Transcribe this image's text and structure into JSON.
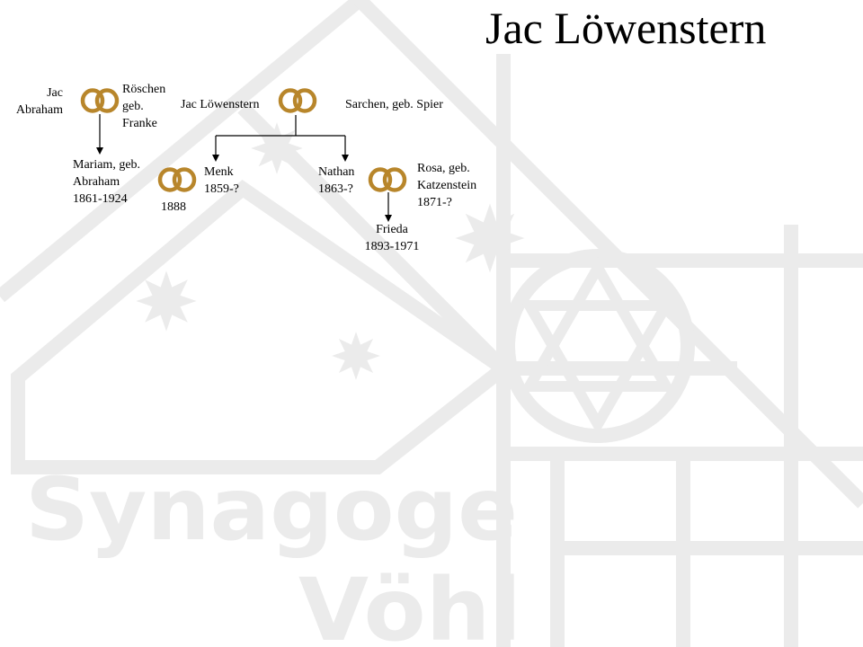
{
  "title": "Jac Löwenstern",
  "watermark": {
    "line1": "Synagoge",
    "line2": "Vöhl",
    "color": "#ebebeb"
  },
  "icons": {
    "marriage": "wedding-rings-icon",
    "ring_color": "#b8862b"
  },
  "people": {
    "jac_abraham": {
      "line1": "Jac",
      "line2": "Abraham"
    },
    "roeschen": {
      "line1": "Röschen",
      "line2": "geb.",
      "line3": "Franke"
    },
    "jac_loewenstern": {
      "name": "Jac Löwenstern"
    },
    "sarchen": {
      "name": "Sarchen,  geb. Spier"
    },
    "mariam": {
      "line1": "Mariam,  geb.",
      "line2": "Abraham",
      "line3": "1861-1924"
    },
    "menk": {
      "line1": "Menk",
      "line2": "1859-?"
    },
    "nathan": {
      "line1": "Nathan",
      "line2": "1863-?"
    },
    "rosa": {
      "line1": "Rosa, geb.",
      "line2": "Katzenstein",
      "line3": "1871-?"
    },
    "frieda": {
      "line1": "Frieda",
      "line2": "1893-1971"
    }
  },
  "marriage_year_mariam_menk": "1888"
}
